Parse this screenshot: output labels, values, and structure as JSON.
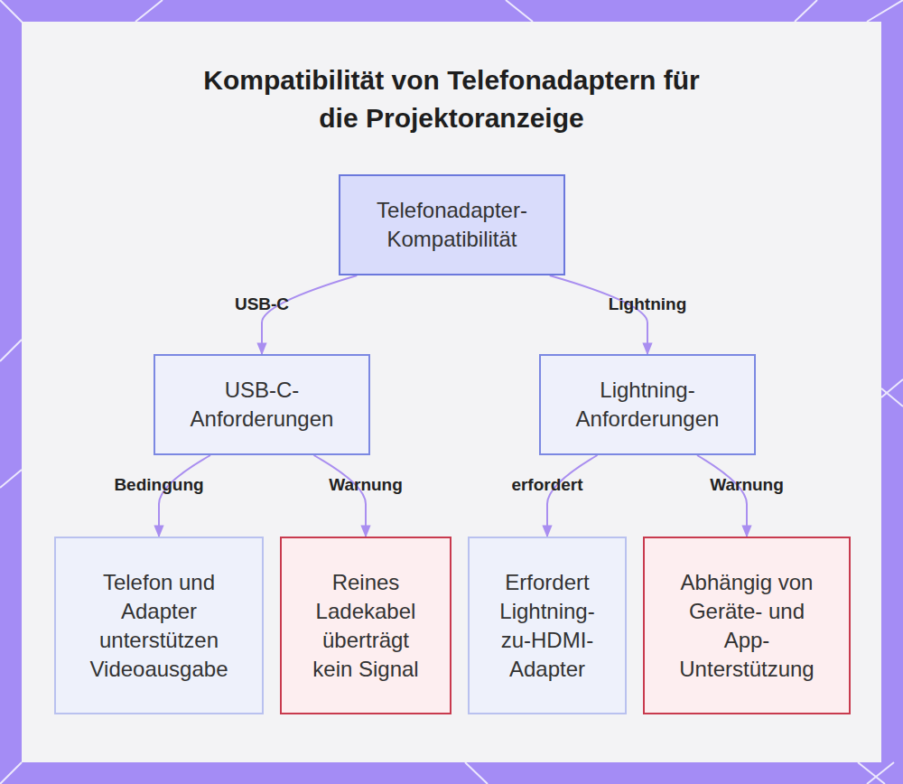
{
  "diagram": {
    "title": "Kompatibilität von Telefonadaptern für die Projektoranzeige",
    "nodes": [
      {
        "text": [
          "Telefonadapter- Kompatibilität"
        ]
      },
      {
        "text": [
          "USB-C- Anforderungen"
        ]
      },
      {
        "text": [
          "Lightning- Anforderungen"
        ]
      },
      {
        "text": [
          "Telefon und Adapter unterstützen Videoausgabe"
        ]
      },
      {
        "text": [
          "Reines Ladekabel überträgt kein Signal"
        ]
      },
      {
        "text": [
          "Erfordert Lightning- zu-HDMI- Adapter"
        ]
      },
      {
        "text": [
          "Abhängig von Geräte- und App- Unterstützung"
        ]
      }
    ],
    "edges": [
      {
        "from": 0,
        "to": 1,
        "label": "USB-C",
        "arrow": "to"
      },
      {
        "from": 0,
        "to": 2,
        "label": "Lightning",
        "arrow": "to"
      },
      {
        "from": 1,
        "to": 3,
        "label": "Bedingung",
        "arrow": "to"
      },
      {
        "from": 1,
        "to": 4,
        "label": "Warnung",
        "arrow": "to"
      },
      {
        "from": 2,
        "to": 5,
        "label": "erfordert",
        "arrow": "to"
      },
      {
        "from": 2,
        "to": 6,
        "label": "Warnung",
        "arrow": "to"
      }
    ]
  }
}
